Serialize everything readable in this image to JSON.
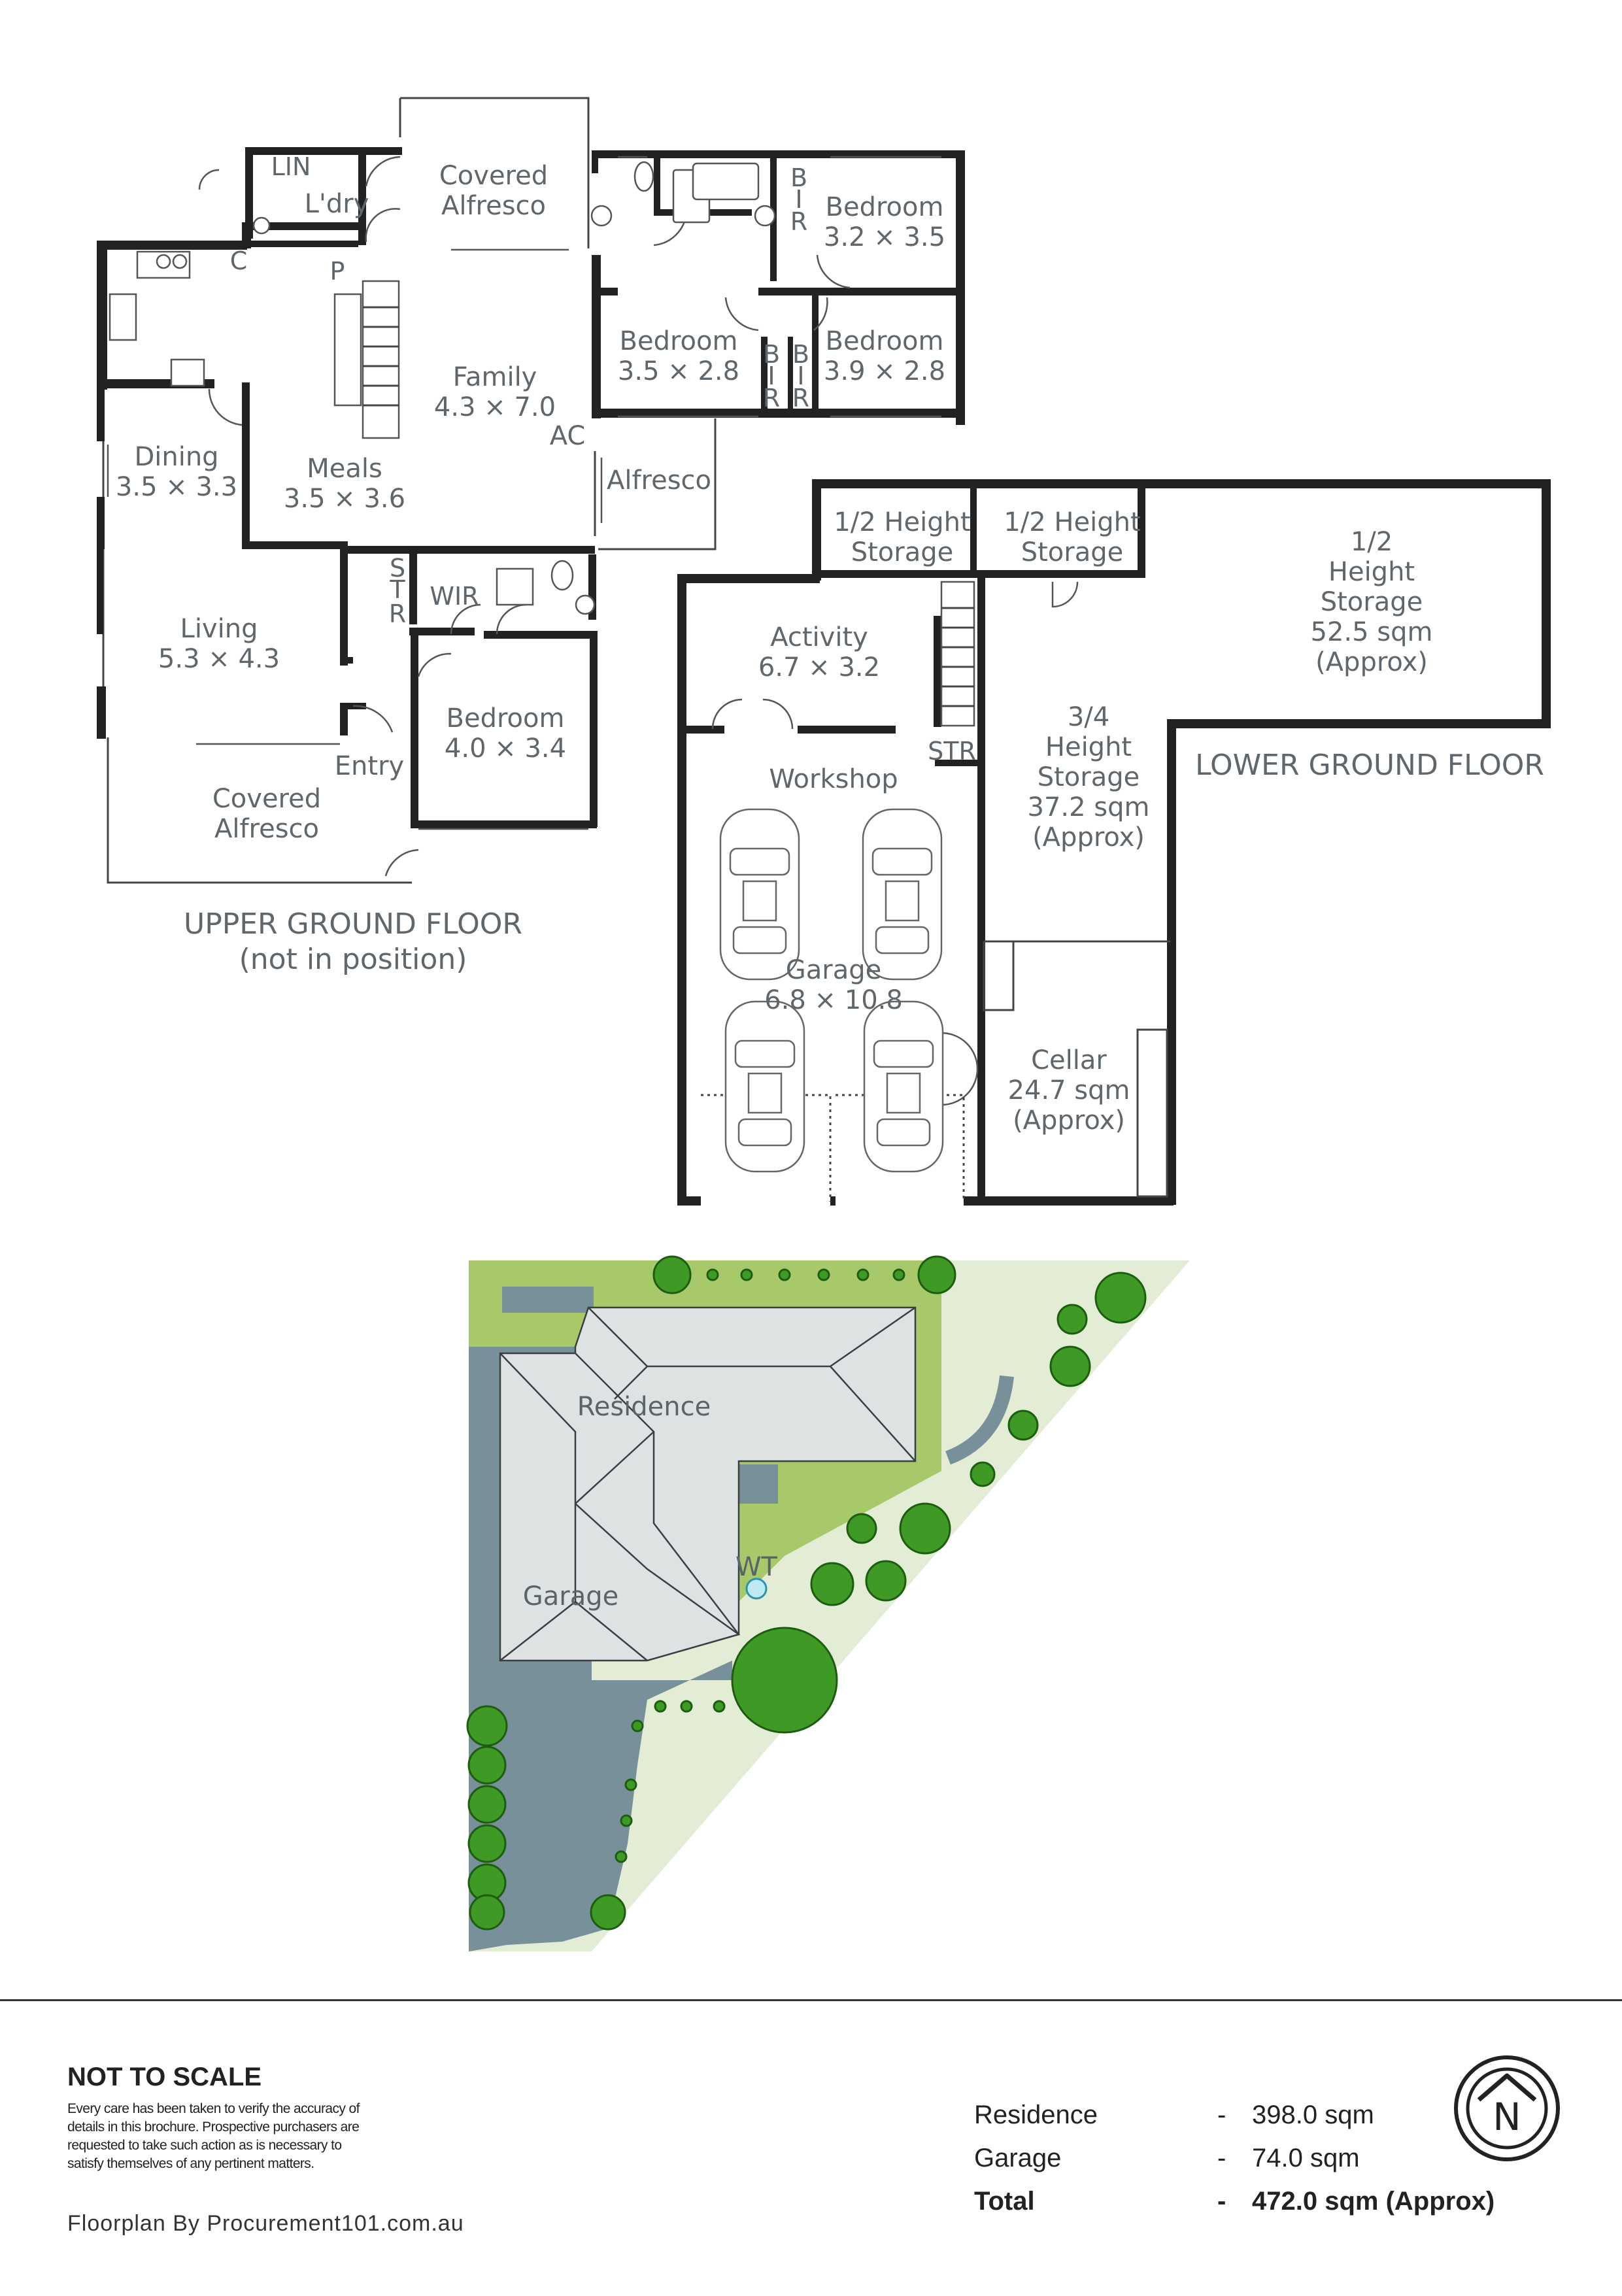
{
  "upper_floor": {
    "title": "UPPER GROUND FLOOR",
    "subtitle": "(not in position)",
    "rooms": {
      "lin": "LIN",
      "ldry": "L'dry",
      "covered_alfresco_top_1": "Covered",
      "covered_alfresco_top_2": "Alfresco",
      "c": "C",
      "p": "P",
      "family_1": "Family",
      "family_2": "4.3 × 7.0",
      "ac": "AC",
      "dining_1": "Dining",
      "dining_2": "3.5 × 3.3",
      "meals_1": "Meals",
      "meals_2": "3.5 × 3.6",
      "living_1": "Living",
      "living_2": "5.3 × 4.3",
      "str_1": "S",
      "str_2": "T",
      "str_3": "R",
      "wir": "WIR",
      "bedroom4_1": "Bedroom",
      "bedroom4_2": "4.0 × 3.4",
      "entry": "Entry",
      "covered_alfresco_bottom_1": "Covered",
      "covered_alfresco_bottom_2": "Alfresco",
      "bedroom1_1": "Bedroom",
      "bedroom1_2": "3.2 × 3.5",
      "bedroom2_1": "Bedroom",
      "bedroom2_2": "3.5 × 2.8",
      "bedroom3_1": "Bedroom",
      "bedroom3_2": "3.9 × 2.8",
      "bir_b": "B",
      "bir_i": "I",
      "bir_r": "R",
      "alfresco": "Alfresco"
    }
  },
  "lower_floor": {
    "title": "LOWER GROUND FLOOR",
    "rooms": {
      "half_storage_1a": "1/2 Height",
      "half_storage_1b": "Storage",
      "half_storage_2a": "1/2 Height",
      "half_storage_2b": "Storage",
      "half_storage_big_1": "1/2",
      "half_storage_big_2": "Height",
      "half_storage_big_3": "Storage",
      "half_storage_big_4": "52.5 sqm",
      "half_storage_big_5": "(Approx)",
      "activity_1": "Activity",
      "activity_2": "6.7 × 3.2",
      "str": "STR",
      "workshop": "Workshop",
      "three_q_1": "3/4",
      "three_q_2": "Height",
      "three_q_3": "Storage",
      "three_q_4": "37.2 sqm",
      "three_q_5": "(Approx)",
      "garage_1": "Garage",
      "garage_2": "6.8 × 10.8",
      "cellar_1": "Cellar",
      "cellar_2": "24.7 sqm",
      "cellar_3": "(Approx)"
    }
  },
  "site_plan": {
    "residence": "Residence",
    "garage": "Garage",
    "wt": "WT",
    "colors": {
      "lawn": "#e3ecd4",
      "garden": "#a8c96a",
      "driveway": "#78909a",
      "roof": "#dde2e3",
      "tree": "#3f9a25"
    }
  },
  "footer": {
    "not_to_scale": "NOT TO SCALE",
    "disclaimer": "Every care has been taken to verify the accuracy of details in this brochure. Prospective purchasers are requested to take such action as is necessary to satisfy themselves of any pertinent matters.",
    "credit": "Floorplan By Procurement101.com.au",
    "areas": [
      {
        "name": "Residence",
        "dash": "-",
        "value": "398.0 sqm"
      },
      {
        "name": "Garage",
        "dash": "-",
        "value": "74.0 sqm"
      },
      {
        "name": "Total",
        "dash": "-",
        "value": "472.0 sqm (Approx)"
      }
    ],
    "compass_letter": "N"
  }
}
